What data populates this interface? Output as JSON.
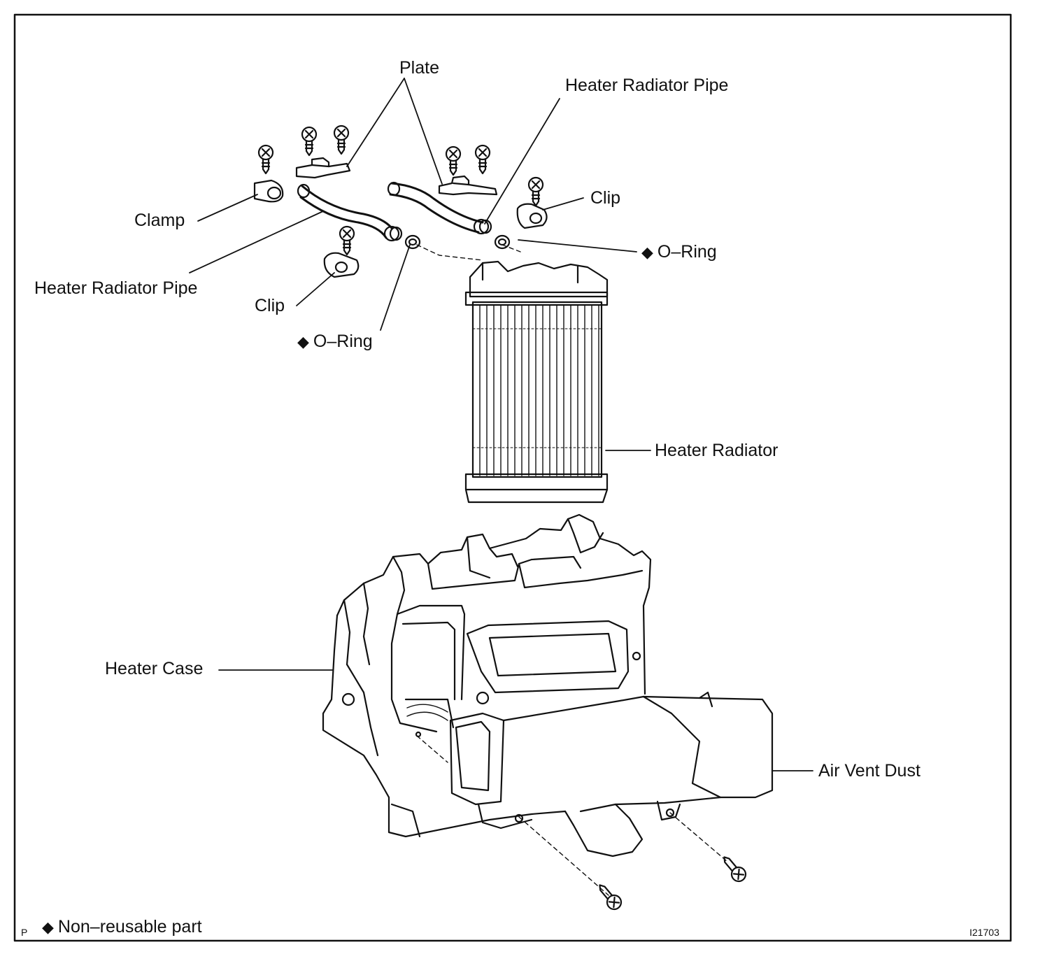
{
  "labels": {
    "plate": "Plate",
    "heater_radiator_pipe_upper": "Heater Radiator Pipe",
    "clip_right": "Clip",
    "clamp": "Clamp",
    "o_ring_right": "O–Ring",
    "heater_radiator_pipe_left": "Heater Radiator Pipe",
    "clip_left": "Clip",
    "o_ring_left": "O–Ring",
    "heater_radiator": "Heater Radiator",
    "heater_case": "Heater Case",
    "air_vent_duct": "Air Vent Dust"
  },
  "legend": {
    "symbol": "◆",
    "text": "Non–reusable part",
    "page_marker": "P"
  },
  "figure_id": "I21703",
  "colors": {
    "line": "#111111",
    "background": "#ffffff"
  }
}
